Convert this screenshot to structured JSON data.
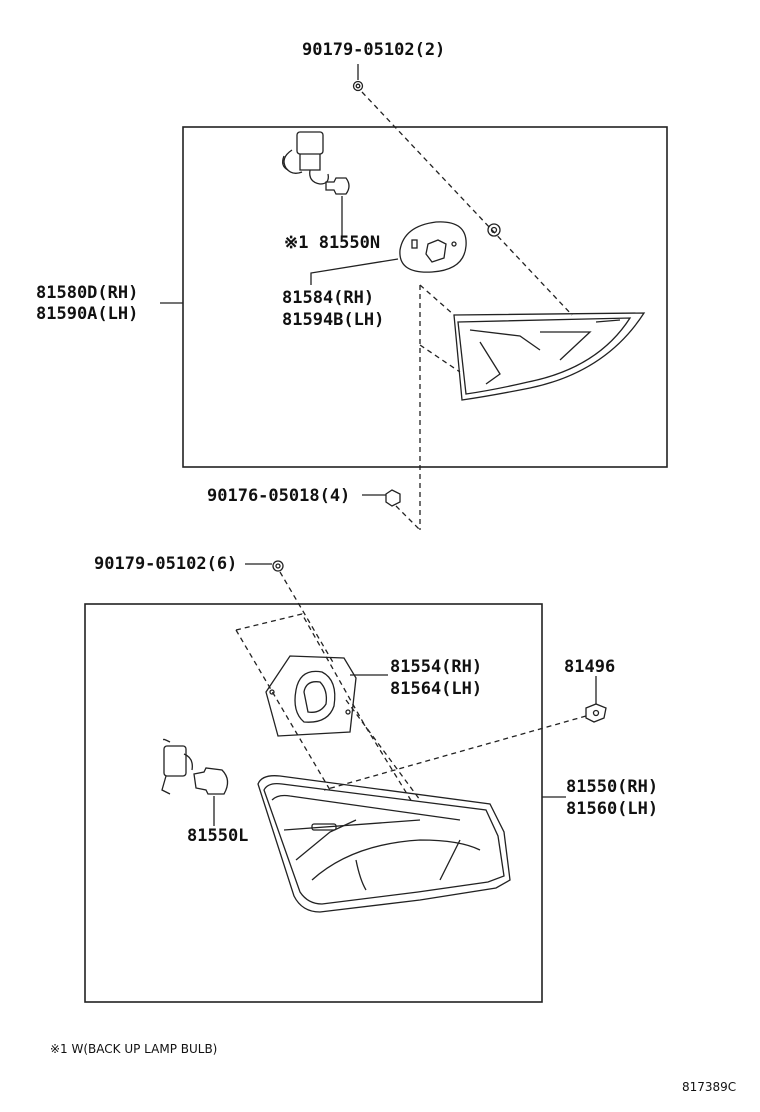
{
  "labels": {
    "part_90179_top": "90179-05102(2)",
    "part_81550N": "※1 81550N",
    "part_81580D": "81580D(RH)",
    "part_81590A": "81590A(LH)",
    "part_81584": "81584(RH)",
    "part_81594B": "81594B(LH)",
    "part_90176": "90176-05018(4)",
    "part_90179_mid": "90179-05102(6)",
    "part_81554": "81554(RH)",
    "part_81564": "81564(LH)",
    "part_81496": "81496",
    "part_81550": "81550(RH)",
    "part_81560": "81560(LH)",
    "part_81550L": "81550L"
  },
  "footnote": "※1 W(BACK UP LAMP BULB)",
  "diagram_code": "817389C"
}
